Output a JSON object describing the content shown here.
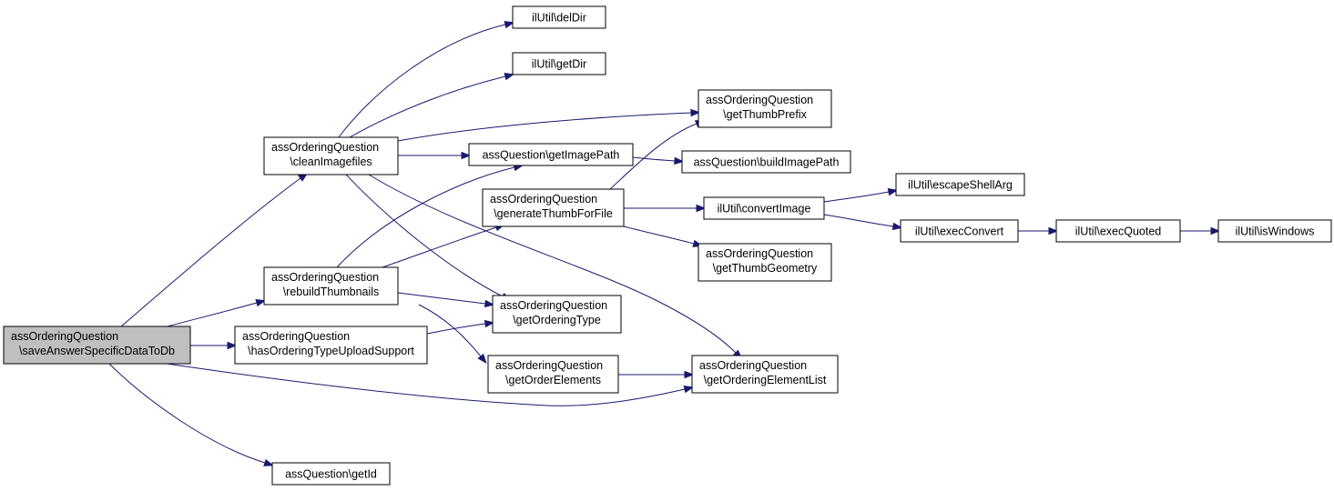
{
  "diagram": {
    "nodes": [
      {
        "id": "root",
        "lines": [
          "assOrderingQuestion",
          "\\saveAnswerSpecificDataToDb"
        ],
        "root": true
      },
      {
        "id": "cleanImagefiles",
        "lines": [
          "assOrderingQuestion",
          "\\cleanImagefiles"
        ]
      },
      {
        "id": "rebuildThumbnails",
        "lines": [
          "assOrderingQuestion",
          "\\rebuildThumbnails"
        ]
      },
      {
        "id": "hasOrderingTypeUploadSupport",
        "lines": [
          "assOrderingQuestion",
          "\\hasOrderingTypeUploadSupport"
        ]
      },
      {
        "id": "getId",
        "lines": [
          "assQuestion\\getId"
        ]
      },
      {
        "id": "delDir",
        "lines": [
          "ilUtil\\delDir"
        ]
      },
      {
        "id": "getDir",
        "lines": [
          "ilUtil\\getDir"
        ]
      },
      {
        "id": "getImagePath",
        "lines": [
          "assQuestion\\getImagePath"
        ]
      },
      {
        "id": "generateThumbForFile",
        "lines": [
          "assOrderingQuestion",
          "\\generateThumbForFile"
        ]
      },
      {
        "id": "getOrderingType",
        "lines": [
          "assOrderingQuestion",
          "\\getOrderingType"
        ]
      },
      {
        "id": "getOrderElements",
        "lines": [
          "assOrderingQuestion",
          "\\getOrderElements"
        ]
      },
      {
        "id": "getThumbPrefix",
        "lines": [
          "assOrderingQuestion",
          "\\getThumbPrefix"
        ]
      },
      {
        "id": "buildImagePath",
        "lines": [
          "assQuestion\\buildImagePath"
        ]
      },
      {
        "id": "convertImage",
        "lines": [
          "ilUtil\\convertImage"
        ]
      },
      {
        "id": "getThumbGeometry",
        "lines": [
          "assOrderingQuestion",
          "\\getThumbGeometry"
        ]
      },
      {
        "id": "getOrderingElementList",
        "lines": [
          "assOrderingQuestion",
          "\\getOrderingElementList"
        ]
      },
      {
        "id": "escapeShellArg",
        "lines": [
          "ilUtil\\escapeShellArg"
        ]
      },
      {
        "id": "execConvert",
        "lines": [
          "ilUtil\\execConvert"
        ]
      },
      {
        "id": "execQuoted",
        "lines": [
          "ilUtil\\execQuoted"
        ]
      },
      {
        "id": "isWindows",
        "lines": [
          "ilUtil\\isWindows"
        ]
      }
    ],
    "edges": [
      {
        "from": "root",
        "to": "cleanImagefiles"
      },
      {
        "from": "root",
        "to": "rebuildThumbnails"
      },
      {
        "from": "root",
        "to": "hasOrderingTypeUploadSupport"
      },
      {
        "from": "root",
        "to": "getOrderingElementList"
      },
      {
        "from": "root",
        "to": "getId"
      },
      {
        "from": "cleanImagefiles",
        "to": "delDir"
      },
      {
        "from": "cleanImagefiles",
        "to": "getDir"
      },
      {
        "from": "cleanImagefiles",
        "to": "getThumbPrefix"
      },
      {
        "from": "cleanImagefiles",
        "to": "getImagePath"
      },
      {
        "from": "cleanImagefiles",
        "to": "getOrderingType"
      },
      {
        "from": "cleanImagefiles",
        "to": "getOrderingElementList"
      },
      {
        "from": "rebuildThumbnails",
        "to": "getImagePath"
      },
      {
        "from": "rebuildThumbnails",
        "to": "generateThumbForFile"
      },
      {
        "from": "rebuildThumbnails",
        "to": "getOrderingType"
      },
      {
        "from": "rebuildThumbnails",
        "to": "getOrderElements"
      },
      {
        "from": "hasOrderingTypeUploadSupport",
        "to": "getOrderingType"
      },
      {
        "from": "getImagePath",
        "to": "buildImagePath"
      },
      {
        "from": "generateThumbForFile",
        "to": "getThumbPrefix"
      },
      {
        "from": "generateThumbForFile",
        "to": "convertImage"
      },
      {
        "from": "generateThumbForFile",
        "to": "getThumbGeometry"
      },
      {
        "from": "getOrderElements",
        "to": "getOrderingElementList"
      },
      {
        "from": "convertImage",
        "to": "escapeShellArg"
      },
      {
        "from": "convertImage",
        "to": "execConvert"
      },
      {
        "from": "execConvert",
        "to": "execQuoted"
      },
      {
        "from": "execQuoted",
        "to": "isWindows"
      }
    ],
    "colors": {
      "edge": "#191970",
      "root_fill": "#bfbfbf",
      "node_fill": "#ffffff",
      "node_border": "#000000"
    }
  }
}
